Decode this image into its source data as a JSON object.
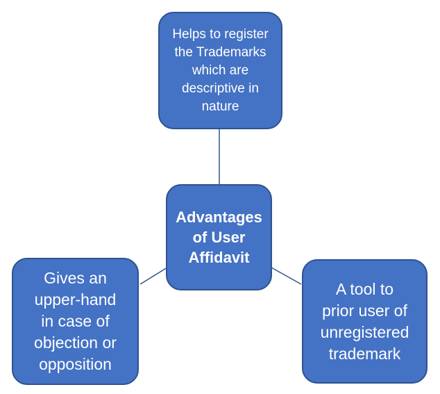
{
  "diagram": {
    "center": {
      "label": "Advantages\nof User\nAffidavit"
    },
    "top": {
      "label": "Helps to register\nthe Trademarks\nwhich are\ndescriptive in\nnature"
    },
    "left": {
      "label": "Gives an\nupper-hand\nin case of\nobjection or\nopposition"
    },
    "right": {
      "label": "A tool to\nprior user of\nunregistered\ntrademark"
    }
  },
  "colors": {
    "node_fill": "#4472c4",
    "node_border": "#2f528f",
    "connector": "#2f528f",
    "text": "#ffffff"
  }
}
